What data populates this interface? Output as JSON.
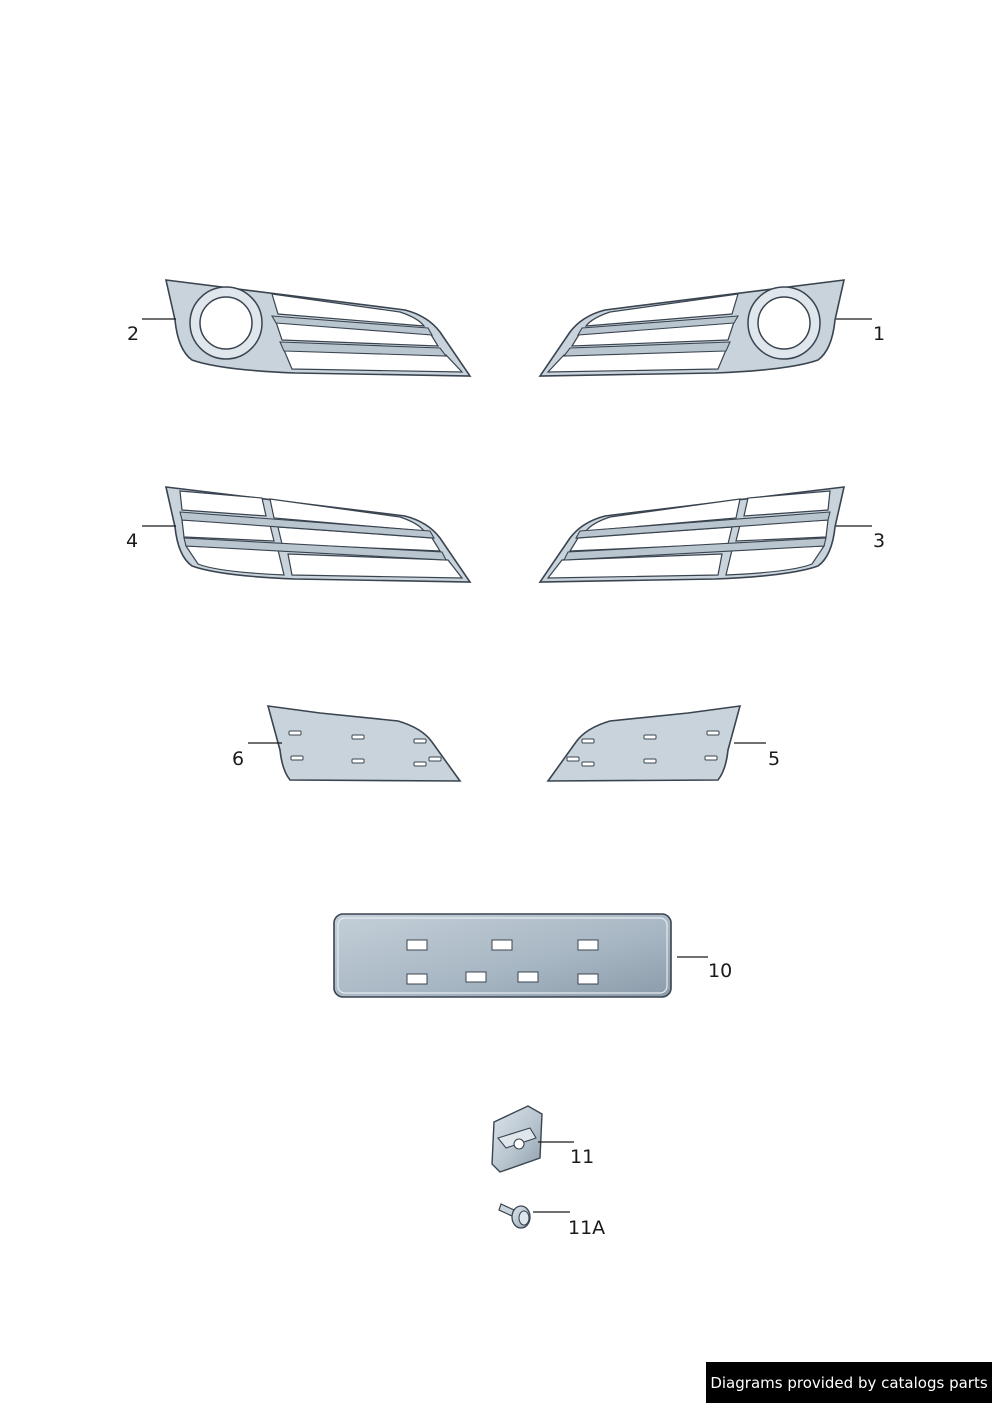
{
  "parts": [
    {
      "id": "part-1",
      "label": "1"
    },
    {
      "id": "part-2",
      "label": "2"
    },
    {
      "id": "part-3",
      "label": "3"
    },
    {
      "id": "part-4",
      "label": "4"
    },
    {
      "id": "part-5",
      "label": "5"
    },
    {
      "id": "part-6",
      "label": "6"
    },
    {
      "id": "part-10",
      "label": "10"
    },
    {
      "id": "part-11",
      "label": "11"
    },
    {
      "id": "part-11a",
      "label": "11A"
    }
  ],
  "footer": {
    "credit": "Diagrams provided by catalogs parts"
  },
  "colors": {
    "part_fill": "#c9d3db",
    "part_outline": "#3a4450",
    "footer_bg": "#000000"
  }
}
